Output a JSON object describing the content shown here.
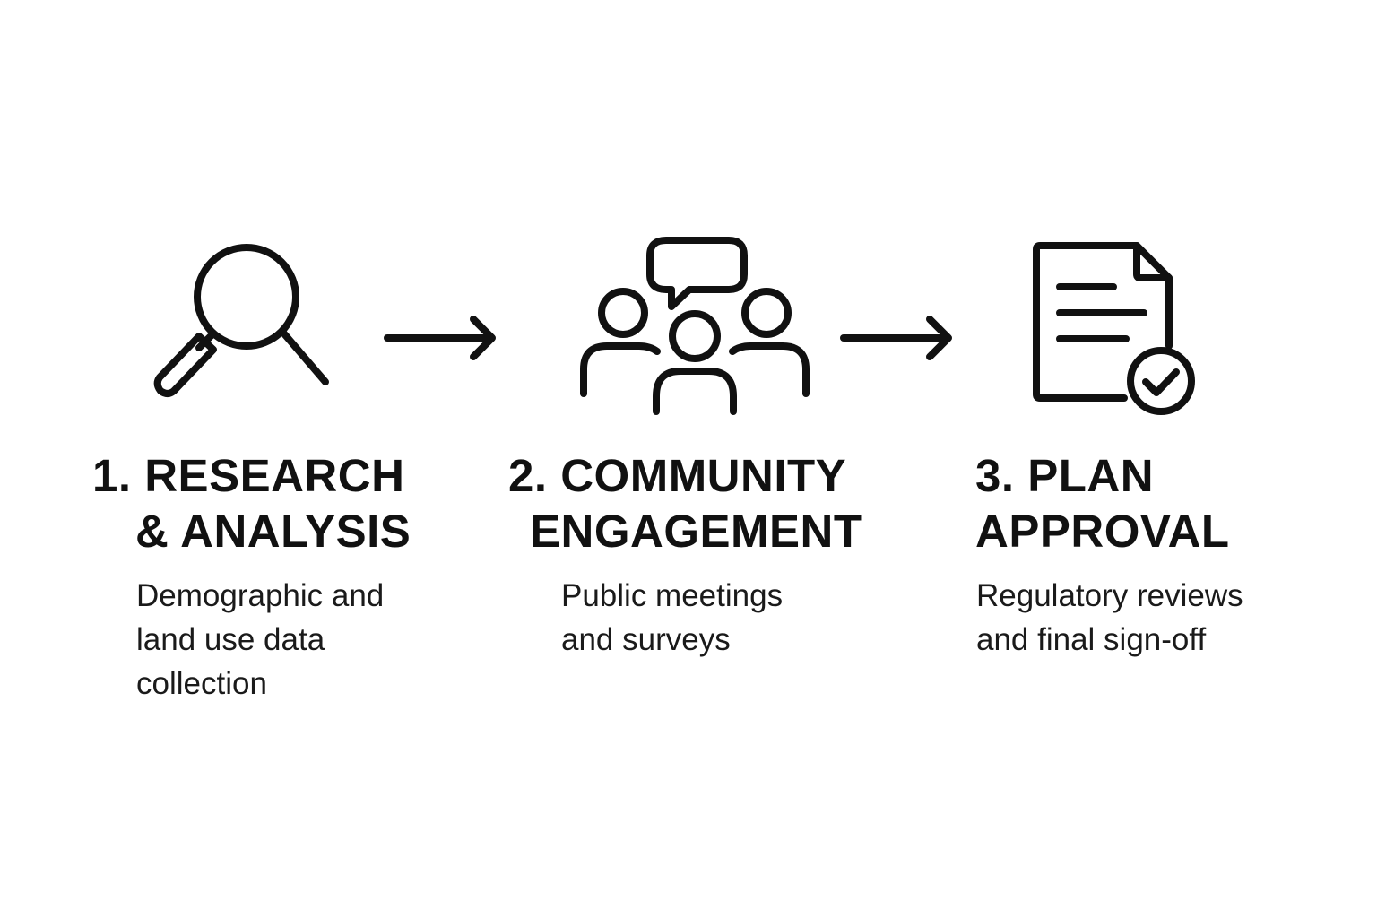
{
  "steps": [
    {
      "icon": "magnifying-glass-icon",
      "number": "1.",
      "title_lines": [
        "RESEARCH",
        "& ANALYSIS"
      ],
      "description_lines": [
        "Demographic and",
        "land use data",
        "collection"
      ]
    },
    {
      "icon": "people-speech-bubble-icon",
      "number": "2.",
      "title_lines": [
        "COMMUNITY",
        "ENGAGEMENT"
      ],
      "description_lines": [
        "Public meetings",
        "and surveys"
      ]
    },
    {
      "icon": "document-check-icon",
      "number": "3.",
      "title_lines": [
        "PLAN",
        "APPROVAL"
      ],
      "description_lines": [
        "Regulatory reviews",
        "and final sign-off"
      ]
    }
  ],
  "connectors": [
    "arrow-right-icon",
    "arrow-right-icon"
  ],
  "colors": {
    "background": "#ffffff",
    "ink": "#111111"
  }
}
